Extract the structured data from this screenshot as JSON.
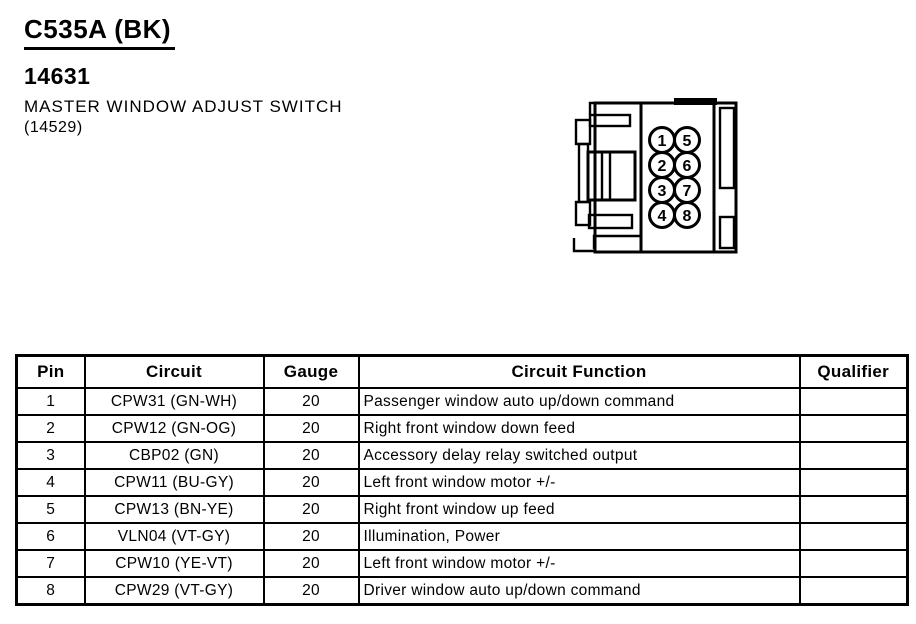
{
  "header": {
    "connector_id": "C535A (BK)",
    "part_number": "14631",
    "component_name": "MASTER WINDOW ADJUST SWITCH",
    "component_ref": "(14529)"
  },
  "connector_diagram": {
    "description": "8-pin connector face view, two columns of pin cavities",
    "pins": [
      "1",
      "2",
      "3",
      "4",
      "5",
      "6",
      "7",
      "8"
    ],
    "pin_layout_rows": [
      [
        "1",
        "5"
      ],
      [
        "2",
        "6"
      ],
      [
        "3",
        "7"
      ],
      [
        "4",
        "8"
      ]
    ]
  },
  "pin_table": {
    "headers": [
      "Pin",
      "Circuit",
      "Gauge",
      "Circuit Function",
      "Qualifier"
    ],
    "rows": [
      [
        "1",
        "CPW31 (GN-WH)",
        "20",
        "Passenger window auto up/down command",
        ""
      ],
      [
        "2",
        "CPW12 (GN-OG)",
        "20",
        "Right front window down feed",
        ""
      ],
      [
        "3",
        "CBP02 (GN)",
        "20",
        "Accessory delay relay switched output",
        ""
      ],
      [
        "4",
        "CPW11 (BU-GY)",
        "20",
        "Left front window motor +/-",
        ""
      ],
      [
        "5",
        "CPW13 (BN-YE)",
        "20",
        "Right front window up feed",
        ""
      ],
      [
        "6",
        "VLN04 (VT-GY)",
        "20",
        "Illumination, Power",
        ""
      ],
      [
        "7",
        "CPW10 (YE-VT)",
        "20",
        "Left front window motor +/-",
        ""
      ],
      [
        "8",
        "CPW29 (VT-GY)",
        "20",
        "Driver window auto up/down command",
        ""
      ]
    ]
  },
  "colors": {
    "ink": "#000000",
    "paper": "#ffffff"
  }
}
